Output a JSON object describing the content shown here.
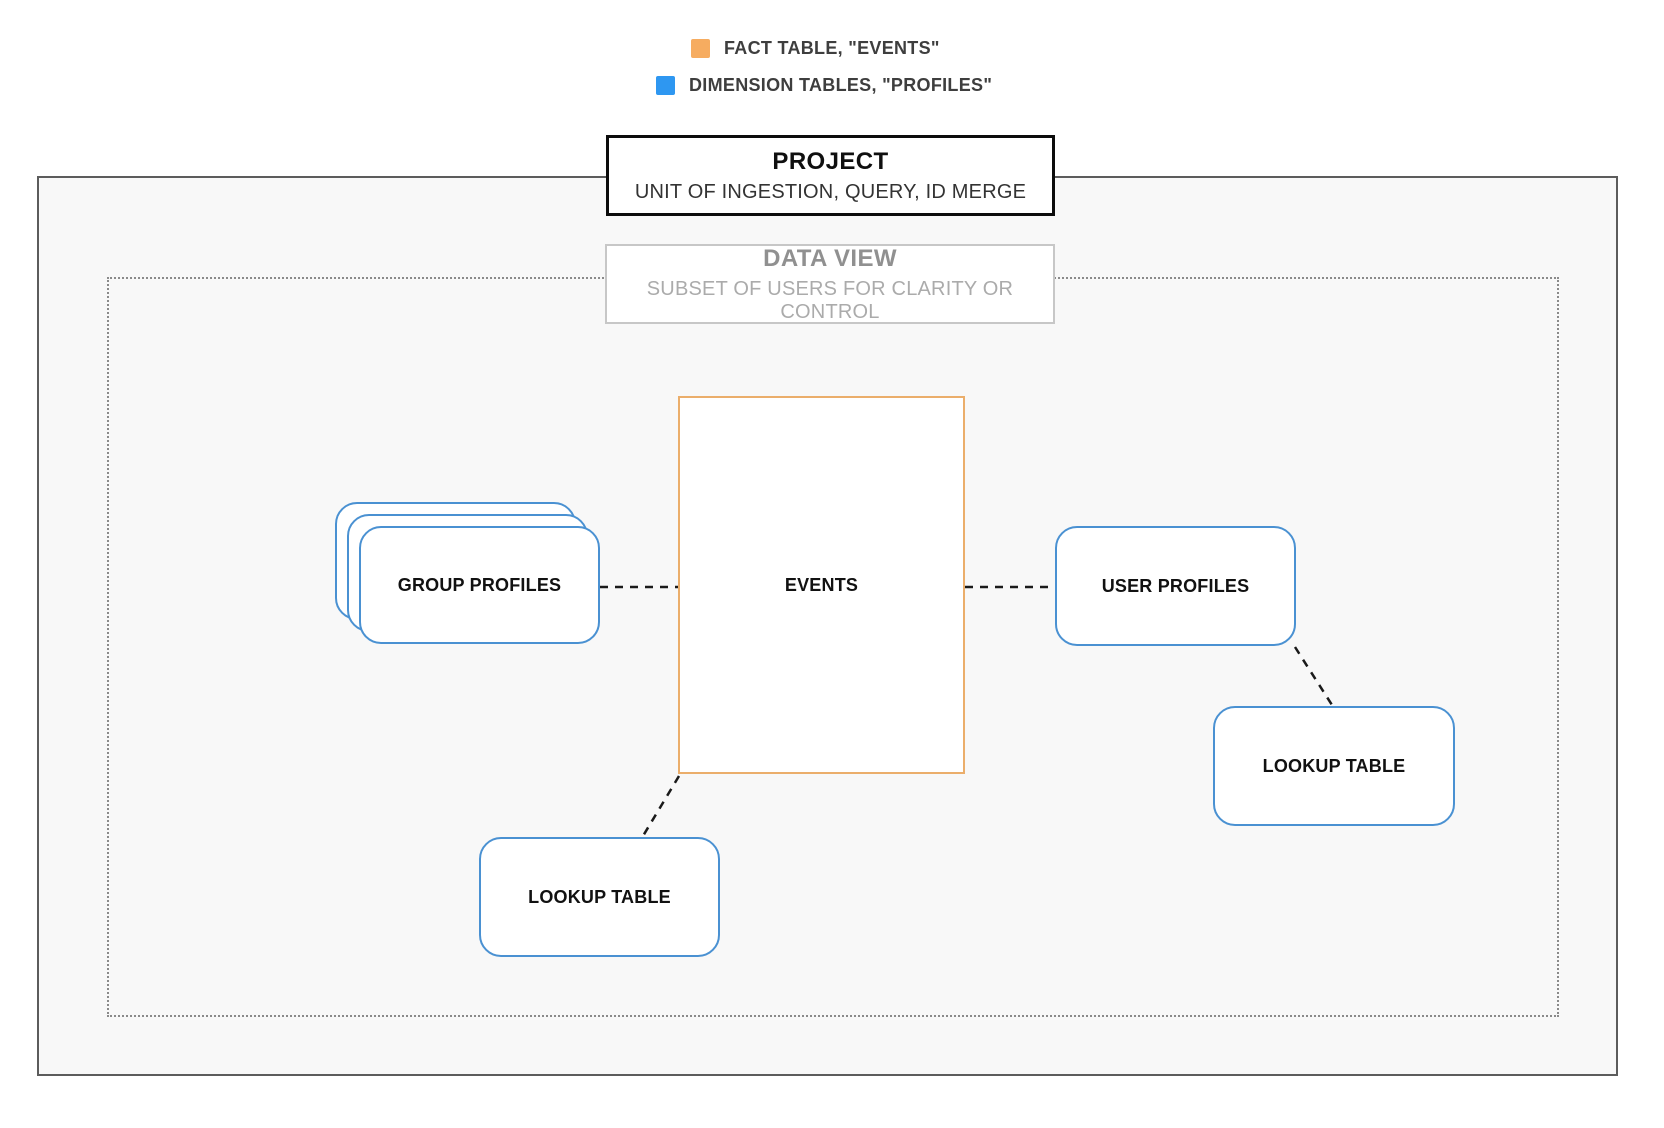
{
  "legend": {
    "items": [
      {
        "name": "fact-table",
        "label": "FACT TABLE, \"EVENTS\"",
        "color": "#F6AC60"
      },
      {
        "name": "dimension-tables",
        "label": "DIMENSION TABLES, \"PROFILES\"",
        "color": "#2E97F1"
      }
    ]
  },
  "project_box": {
    "title": "PROJECT",
    "subtitle": "UNIT OF INGESTION, QUERY, ID MERGE"
  },
  "data_view_box": {
    "title": "DATA VIEW",
    "subtitle": "SUBSET OF USERS FOR CLARITY OR CONTROL"
  },
  "nodes": {
    "events": {
      "label": "EVENTS"
    },
    "group_profiles": {
      "label": "GROUP PROFILES"
    },
    "user_profiles": {
      "label": "USER PROFILES"
    },
    "lookup_table_right": {
      "label": "LOOKUP TABLE"
    },
    "lookup_table_bottom": {
      "label": "LOOKUP TABLE"
    }
  },
  "colors": {
    "legend_fact": "#F6AC60",
    "legend_dimension": "#2E97F1",
    "fact_border": "#EBAE6B",
    "dimension_border": "#4A91D2",
    "connector": "#1a1a1a",
    "outer_border": "#5c5c5c",
    "outer_fill": "#f8f8f8",
    "dotted_border": "#8a8a8a"
  }
}
